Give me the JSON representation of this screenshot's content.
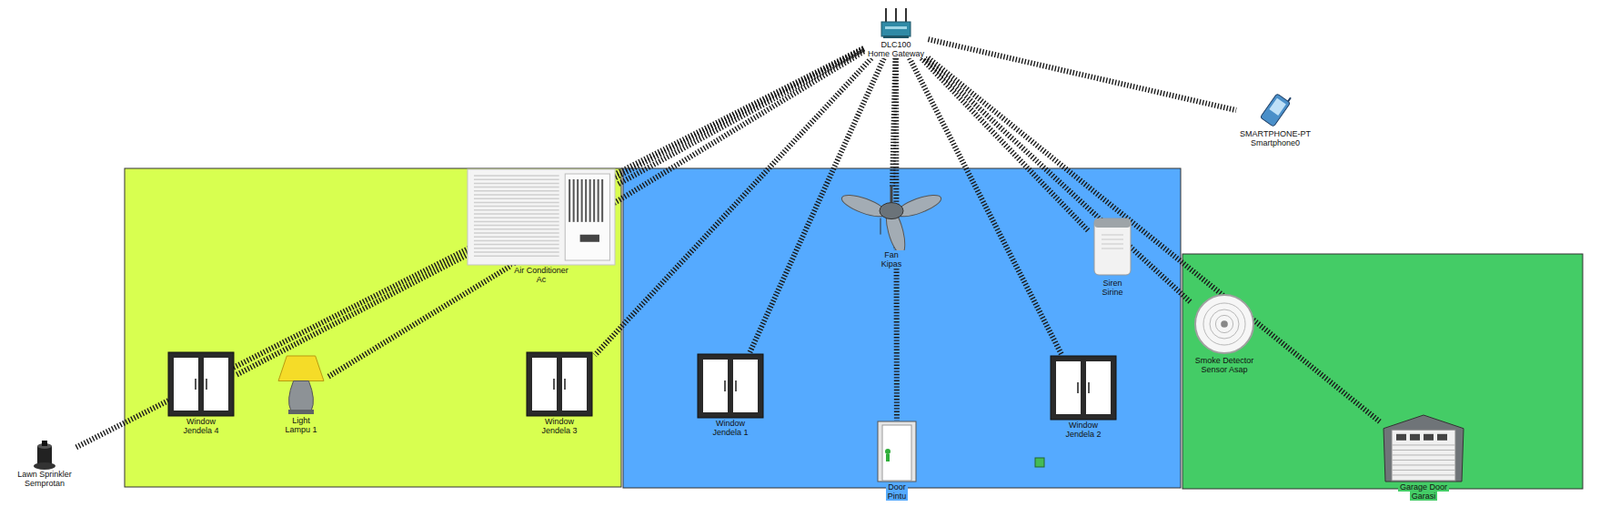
{
  "diagram": {
    "nodes": [
      {
        "text": [
          "DLC100",
          "Home Gateway"
        ]
      },
      {
        "text": [
          "SMARTPHONE-PT",
          "Smartphone0"
        ]
      },
      {
        "text": [
          "Air Conditioner",
          "Ac"
        ]
      },
      {
        "text": [
          "Fan",
          "Kipas"
        ]
      },
      {
        "text": [
          "Siren",
          "Sirine"
        ]
      },
      {
        "text": [
          "Smoke Detector",
          "Sensor Asap"
        ]
      },
      {
        "text": [
          "Window",
          "Jendela 4"
        ]
      },
      {
        "text": [
          "Light",
          "Lampu 1"
        ]
      },
      {
        "text": [
          "Window",
          "Jendela 3"
        ]
      },
      {
        "text": [
          "Window",
          "Jendela 1"
        ]
      },
      {
        "text": [
          "Window",
          "Jendela 2"
        ]
      },
      {
        "text": [
          "Lawn Sprinkler",
          "Semprotan"
        ]
      },
      {
        "text": [
          "Door",
          "Pintu"
        ]
      },
      {
        "text": [
          "Garage Door",
          "Garasi"
        ]
      }
    ],
    "edges": [
      {
        "from": 0,
        "to": 1,
        "arrow": "none"
      },
      {
        "from": 0,
        "to": 2,
        "arrow": "none"
      },
      {
        "from": 0,
        "to": 3,
        "arrow": "none"
      },
      {
        "from": 0,
        "to": 4,
        "arrow": "none"
      },
      {
        "from": 0,
        "to": 5,
        "arrow": "none"
      },
      {
        "from": 0,
        "to": 6,
        "arrow": "none"
      },
      {
        "from": 0,
        "to": 7,
        "arrow": "none"
      },
      {
        "from": 0,
        "to": 8,
        "arrow": "none"
      },
      {
        "from": 0,
        "to": 9,
        "arrow": "none"
      },
      {
        "from": 0,
        "to": 10,
        "arrow": "none"
      },
      {
        "from": 0,
        "to": 11,
        "arrow": "none"
      },
      {
        "from": 0,
        "to": 12,
        "arrow": "none"
      },
      {
        "from": 0,
        "to": 13,
        "arrow": "none"
      }
    ]
  }
}
